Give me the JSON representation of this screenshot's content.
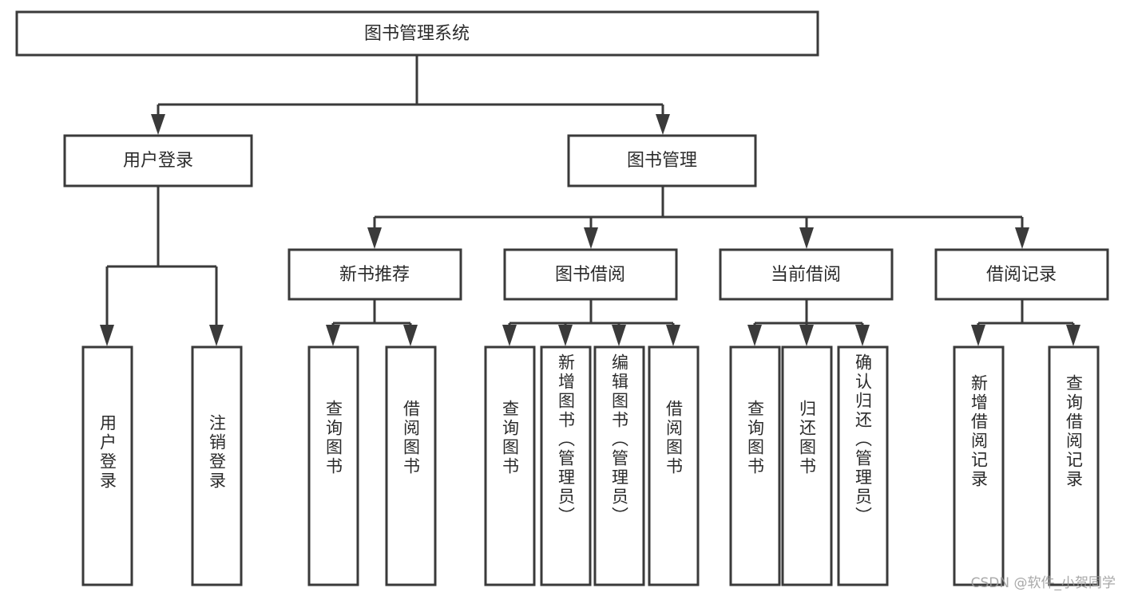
{
  "diagram": {
    "title": "图书管理系统",
    "type": "tree-hierarchy-flowchart",
    "colors": {
      "box_stroke": "#3a3a3a",
      "box_fill": "#ffffff",
      "text": "#2b2b2b",
      "background": "#ffffff",
      "watermark": "#9a9a9a"
    },
    "root": {
      "label": "图书管理系统"
    },
    "level2": [
      {
        "label": "用户登录"
      },
      {
        "label": "图书管理"
      }
    ],
    "level3": [
      {
        "label": "新书推荐"
      },
      {
        "label": "图书借阅"
      },
      {
        "label": "当前借阅"
      },
      {
        "label": "借阅记录"
      }
    ],
    "leaves": {
      "user_login": [
        {
          "label": "用户登录"
        },
        {
          "label": "注销登录"
        }
      ],
      "new_book_recommend": [
        {
          "label": "查询图书"
        },
        {
          "label": "借阅图书"
        }
      ],
      "book_borrow": [
        {
          "label": "查询图书"
        },
        {
          "label": "新增图书（管理员）"
        },
        {
          "label": "编辑图书（管理员）"
        },
        {
          "label": "借阅图书"
        }
      ],
      "current_borrow": [
        {
          "label": "查询图书"
        },
        {
          "label": "归还图书"
        },
        {
          "label": "确认归还（管理员）"
        }
      ],
      "borrow_record": [
        {
          "label": "新增借阅记录"
        },
        {
          "label": "查询借阅记录"
        }
      ]
    },
    "watermark": "CSDN @软件_小贺同学"
  }
}
